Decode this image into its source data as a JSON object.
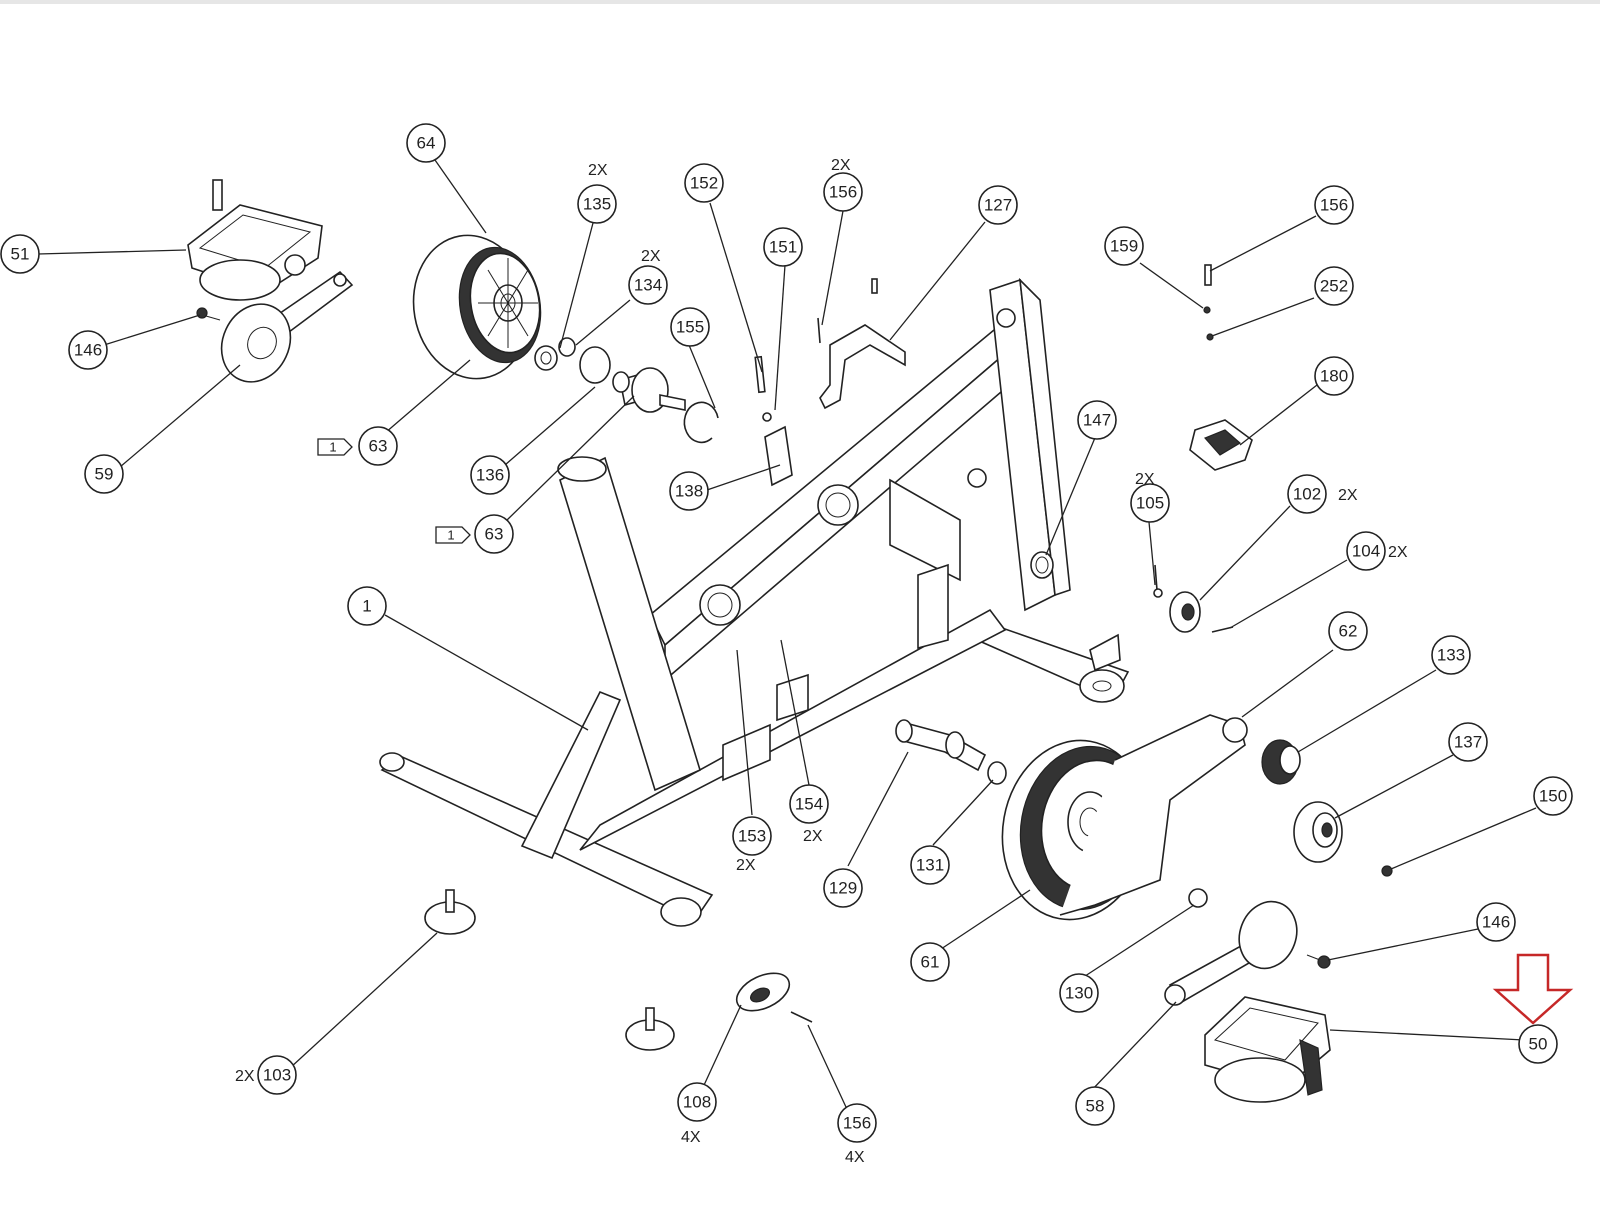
{
  "callouts": [
    {
      "id": "c51",
      "label": "51"
    },
    {
      "id": "c146a",
      "label": "146"
    },
    {
      "id": "c59",
      "label": "59"
    },
    {
      "id": "c64",
      "label": "64"
    },
    {
      "id": "c63a",
      "label": "63"
    },
    {
      "id": "c135",
      "label": "135"
    },
    {
      "id": "c134",
      "label": "134"
    },
    {
      "id": "c155",
      "label": "155"
    },
    {
      "id": "c136",
      "label": "136"
    },
    {
      "id": "c63b",
      "label": "63"
    },
    {
      "id": "c152",
      "label": "152"
    },
    {
      "id": "c151",
      "label": "151"
    },
    {
      "id": "c156a",
      "label": "156"
    },
    {
      "id": "c127",
      "label": "127"
    },
    {
      "id": "c138",
      "label": "138"
    },
    {
      "id": "c1",
      "label": "1"
    },
    {
      "id": "c153",
      "label": "153"
    },
    {
      "id": "c154",
      "label": "154"
    },
    {
      "id": "c129",
      "label": "129"
    },
    {
      "id": "c131",
      "label": "131"
    },
    {
      "id": "c147",
      "label": "147"
    },
    {
      "id": "c159",
      "label": "159"
    },
    {
      "id": "c156b",
      "label": "156"
    },
    {
      "id": "c252",
      "label": "252"
    },
    {
      "id": "c180",
      "label": "180"
    },
    {
      "id": "c105",
      "label": "105"
    },
    {
      "id": "c102",
      "label": "102"
    },
    {
      "id": "c104",
      "label": "104"
    },
    {
      "id": "c62",
      "label": "62"
    },
    {
      "id": "c133",
      "label": "133"
    },
    {
      "id": "c137",
      "label": "137"
    },
    {
      "id": "c150",
      "label": "150"
    },
    {
      "id": "c61",
      "label": "61"
    },
    {
      "id": "c146b",
      "label": "146"
    },
    {
      "id": "c130",
      "label": "130"
    },
    {
      "id": "c58",
      "label": "58"
    },
    {
      "id": "c50",
      "label": "50"
    },
    {
      "id": "c103",
      "label": "103"
    },
    {
      "id": "c108",
      "label": "108"
    },
    {
      "id": "c156c",
      "label": "156"
    }
  ],
  "quantities": {
    "q135": "2X",
    "q134": "2X",
    "q156a": "2X",
    "q105": "2X",
    "q102": "2X",
    "q104": "2X",
    "q153": "2X",
    "q154": "2X",
    "q103": "2X",
    "q108": "4X",
    "q156c": "4X"
  },
  "tags": {
    "t63a": "1",
    "t63b": "1"
  },
  "colors": {
    "line": "#222222",
    "highlight_arrow": "#c62828",
    "background": "#ffffff"
  },
  "highlight": {
    "icon": "down-arrow-icon",
    "target_callout": "50"
  }
}
